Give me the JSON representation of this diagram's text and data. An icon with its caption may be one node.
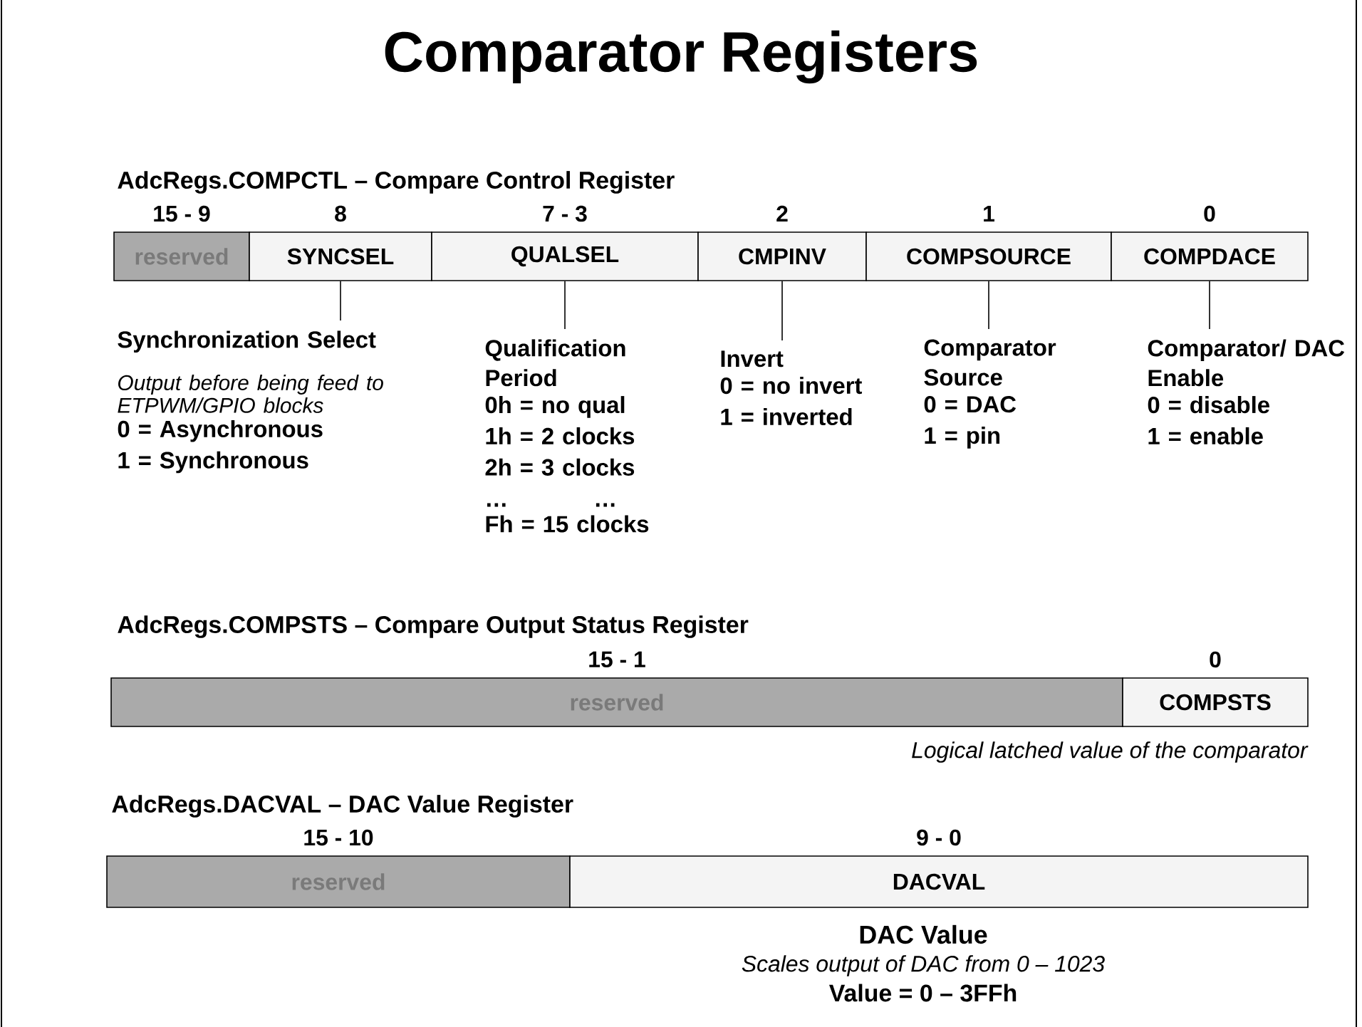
{
  "diagram": {
    "title": "Comparator Registers",
    "nodes": [
      {
        "text": [
          "reserved"
        ],
        "beside": [
          "15 - 9"
        ]
      },
      {
        "text": [
          "SYNCSEL"
        ],
        "beside": [
          "8"
        ]
      },
      {
        "text": [
          "QUALSEL"
        ],
        "beside": [
          "7 - 3"
        ]
      },
      {
        "text": [
          "CMPINV"
        ],
        "beside": [
          "2"
        ]
      },
      {
        "text": [
          "COMPSOURCE"
        ],
        "beside": [
          "1"
        ]
      },
      {
        "text": [
          "COMPDACE"
        ],
        "beside": [
          "0"
        ]
      },
      {
        "text": [
          "Synchronization Select",
          "Output before being feed to ETPWM/GPIO blocks",
          "0 = Asynchronous",
          "1 = Synchronous"
        ]
      },
      {
        "text": [
          "Qualification Period",
          "0h = no qual",
          "1h = 2 clocks",
          "2h = 3 clocks",
          "…",
          "…",
          "Fh = 15 clocks"
        ]
      },
      {
        "text": [
          "Invert",
          "0 = no invert",
          "1 = inverted"
        ]
      },
      {
        "text": [
          "Comparator Source",
          "0 = DAC",
          "1 = pin"
        ]
      },
      {
        "text": [
          "Comparator/ DAC Enable",
          "0 = disable",
          "1 = enable"
        ]
      },
      {
        "text": [
          "reserved"
        ],
        "beside": [
          "15 - 1"
        ]
      },
      {
        "text": [
          "COMPSTS"
        ],
        "beside": [
          "0"
        ]
      },
      {
        "text": [
          "reserved"
        ],
        "beside": [
          "15 - 10"
        ]
      },
      {
        "text": [
          "DACVAL"
        ],
        "beside": [
          "9 - 0"
        ]
      }
    ],
    "edges": [
      {
        "from": 6,
        "to": 1,
        "arrow": "none"
      },
      {
        "from": 7,
        "to": 2,
        "arrow": "none"
      },
      {
        "from": 8,
        "to": 3,
        "arrow": "none"
      },
      {
        "from": 9,
        "to": 4,
        "arrow": "none"
      },
      {
        "from": 10,
        "to": 5,
        "arrow": "none"
      }
    ],
    "labels": [
      "AdcRegs.COMPCTL – Compare Control Register",
      "AdcRegs.COMPSTS – Compare Output Status Register",
      "Logical latched value of the comparator",
      "AdcRegs.DACVAL – DAC Value Register",
      "DAC Value",
      "Scales output of DAC from 0 – 1023",
      "Value = 0 – 3FFh"
    ]
  }
}
